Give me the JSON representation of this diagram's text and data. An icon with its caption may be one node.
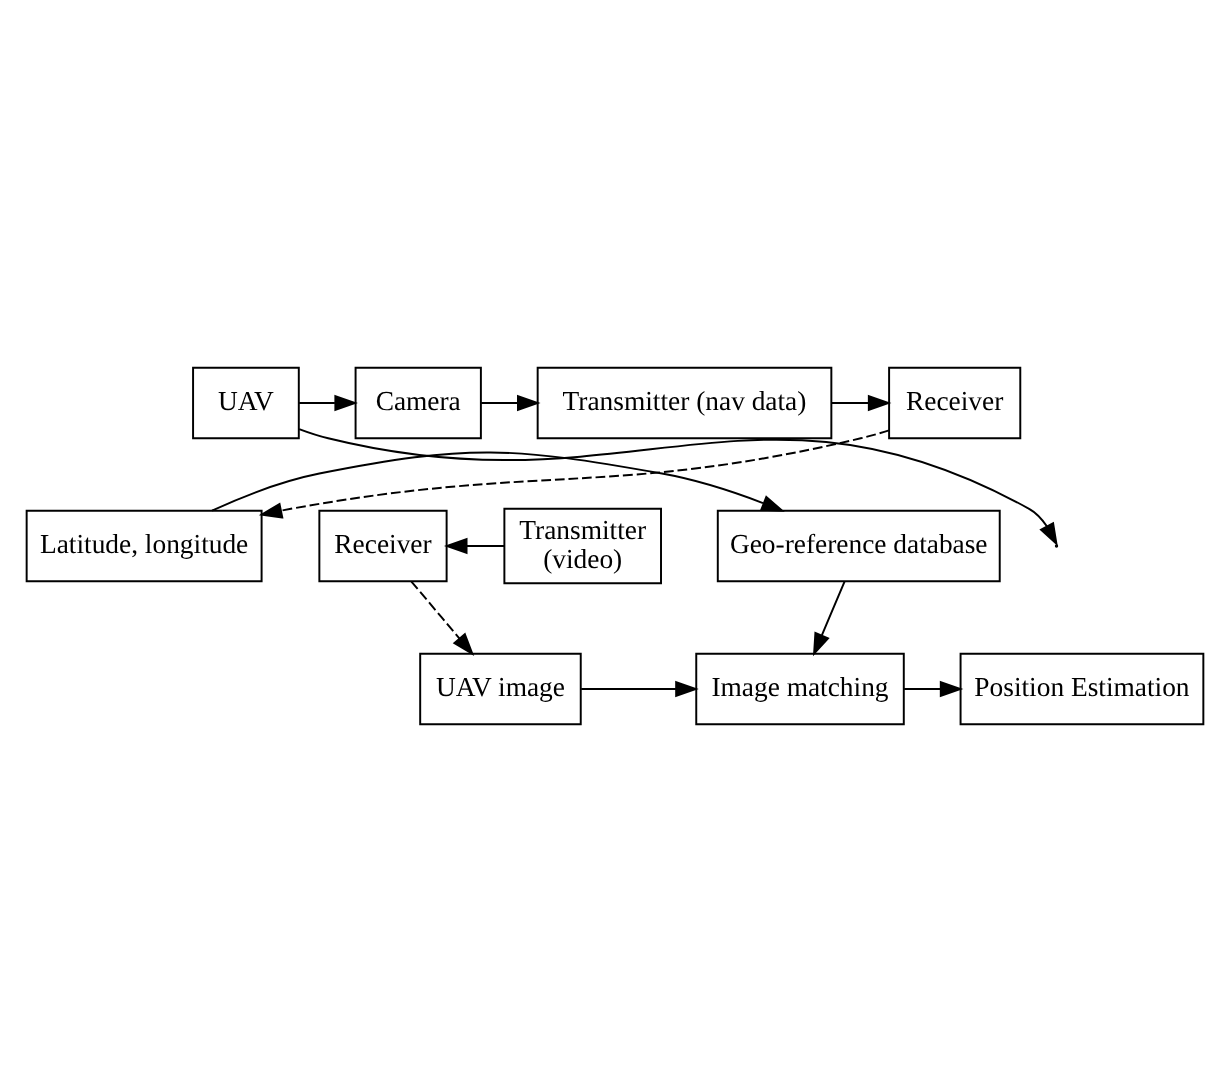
{
  "diagram": {
    "nodes": [
      {
        "text": [
          "Camera"
        ]
      },
      {
        "text": [
          "Transmitter (nav data)"
        ]
      },
      {
        "text": [
          "Receiver"
        ]
      },
      {
        "text": [
          "UAV"
        ]
      },
      {
        "text": [
          "Transmitter",
          "(video)"
        ]
      },
      {
        "text": [
          "Receiver"
        ]
      },
      {
        "text": [
          "UAV image"
        ]
      },
      {
        "text": [
          "Image matching"
        ]
      },
      {
        "text": [
          "Position Estimation"
        ]
      },
      {
        "text": [
          "Geo-reference database"
        ]
      },
      {
        "text": [
          "Latitude, longitude"
        ]
      }
    ],
    "edges": [
      {
        "from": 3,
        "to": 0,
        "arrow": "to"
      },
      {
        "from": 0,
        "to": 1,
        "arrow": "to"
      },
      {
        "from": 1,
        "to": 2,
        "arrow": "to"
      },
      {
        "from": 2,
        "to": 10,
        "arrow": "to",
        "style": "dashed"
      },
      {
        "from": 3,
        "to": null,
        "arrow": "to"
      },
      {
        "from": 4,
        "to": 5,
        "arrow": "to"
      },
      {
        "from": 5,
        "to": 6,
        "arrow": "to",
        "style": "dashed"
      },
      {
        "from": 6,
        "to": 7,
        "arrow": "to"
      },
      {
        "from": 7,
        "to": 8,
        "arrow": "to"
      },
      {
        "from": 9,
        "to": 7,
        "arrow": "to"
      },
      {
        "from": 10,
        "to": 9,
        "arrow": "to"
      }
    ]
  }
}
